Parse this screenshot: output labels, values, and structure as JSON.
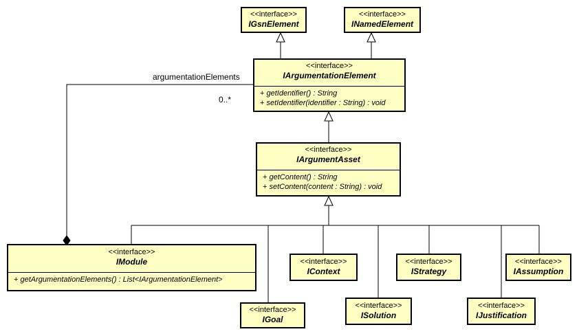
{
  "classes": {
    "gsn_element": {
      "stereotype": "<<interface>>",
      "name": "IGsnElement"
    },
    "named_element": {
      "stereotype": "<<interface>>",
      "name": "INamedElement"
    },
    "argumentation_element": {
      "stereotype": "<<interface>>",
      "name": "IArgumentationElement",
      "operations": [
        {
          "visibility": "+",
          "signature": "getIdentifier() : String"
        },
        {
          "visibility": "+",
          "signature": "setIdentifier(identifier : String) : void"
        }
      ]
    },
    "argument_asset": {
      "stereotype": "<<interface>>",
      "name": "IArgumentAsset",
      "operations": [
        {
          "visibility": "+",
          "signature": "getContent() : String"
        },
        {
          "visibility": "+",
          "signature": "setContent(content : String) : void"
        }
      ]
    },
    "module": {
      "stereotype": "<<interface>>",
      "name": "IModule",
      "operations": [
        {
          "visibility": "+",
          "signature": "getArgumentationElements() : List<IArgumentationElement>"
        }
      ]
    },
    "goal": {
      "stereotype": "<<interface>>",
      "name": "IGoal"
    },
    "context": {
      "stereotype": "<<interface>>",
      "name": "IContext"
    },
    "solution": {
      "stereotype": "<<interface>>",
      "name": "ISolution"
    },
    "strategy": {
      "stereotype": "<<interface>>",
      "name": "IStrategy"
    },
    "justification": {
      "stereotype": "<<interface>>",
      "name": "IJustification"
    },
    "assumption": {
      "stereotype": "<<interface>>",
      "name": "IAssumption"
    }
  },
  "association": {
    "role": "argumentationElements",
    "multiplicity": "0..*"
  }
}
